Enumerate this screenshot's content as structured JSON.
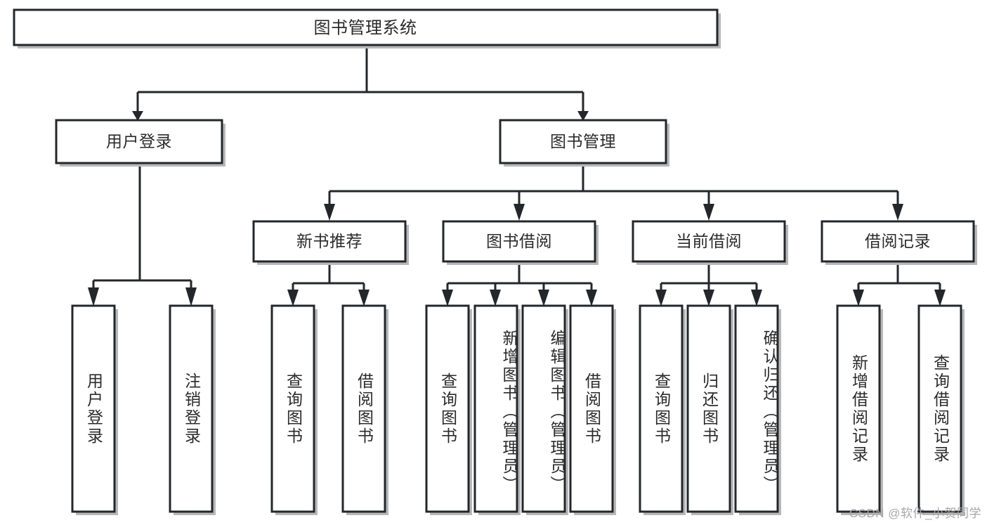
{
  "diagram": {
    "type": "tree-hierarchy-chart",
    "title_node": {
      "label": "图书管理系统"
    },
    "level1": [
      {
        "id": "user-login",
        "label": "用户登录"
      },
      {
        "id": "book-management",
        "label": "图书管理"
      }
    ],
    "level2": [
      {
        "id": "new-book-recommend",
        "label": "新书推荐",
        "parent": "book-management"
      },
      {
        "id": "book-borrow",
        "label": "图书借阅",
        "parent": "book-management"
      },
      {
        "id": "current-borrow",
        "label": "当前借阅",
        "parent": "book-management"
      },
      {
        "id": "borrow-record",
        "label": "借阅记录",
        "parent": "book-management"
      }
    ],
    "leaves": {
      "user-login": [
        {
          "id": "leaf-user-login",
          "label": "用户登录"
        },
        {
          "id": "leaf-user-logout",
          "label": "注销登录"
        }
      ],
      "new-book-recommend": [
        {
          "id": "leaf-query-book-1",
          "label": "查询图书"
        },
        {
          "id": "leaf-borrow-book-1",
          "label": "借阅图书"
        }
      ],
      "book-borrow": [
        {
          "id": "leaf-query-book-2",
          "label": "查询图书"
        },
        {
          "id": "leaf-add-book",
          "label": "新增图书（管理员）"
        },
        {
          "id": "leaf-edit-book",
          "label": "编辑图书（管理员）"
        },
        {
          "id": "leaf-borrow-book-2",
          "label": "借阅图书"
        }
      ],
      "current-borrow": [
        {
          "id": "leaf-query-book-3",
          "label": "查询图书"
        },
        {
          "id": "leaf-return-book",
          "label": "归还图书"
        },
        {
          "id": "leaf-confirm-return",
          "label": "确认归还（管理员）"
        }
      ],
      "borrow-record": [
        {
          "id": "leaf-add-record",
          "label": "新增借阅记录"
        },
        {
          "id": "leaf-query-record",
          "label": "查询借阅记录"
        }
      ]
    },
    "watermark": "CSDN @软件_小贺同学",
    "colors": {
      "stroke": "#23272b",
      "fill": "#ffffff",
      "text": "#2b2b2b",
      "shadow": "#b8b8b8",
      "watermark": "#a6a6a6"
    }
  }
}
